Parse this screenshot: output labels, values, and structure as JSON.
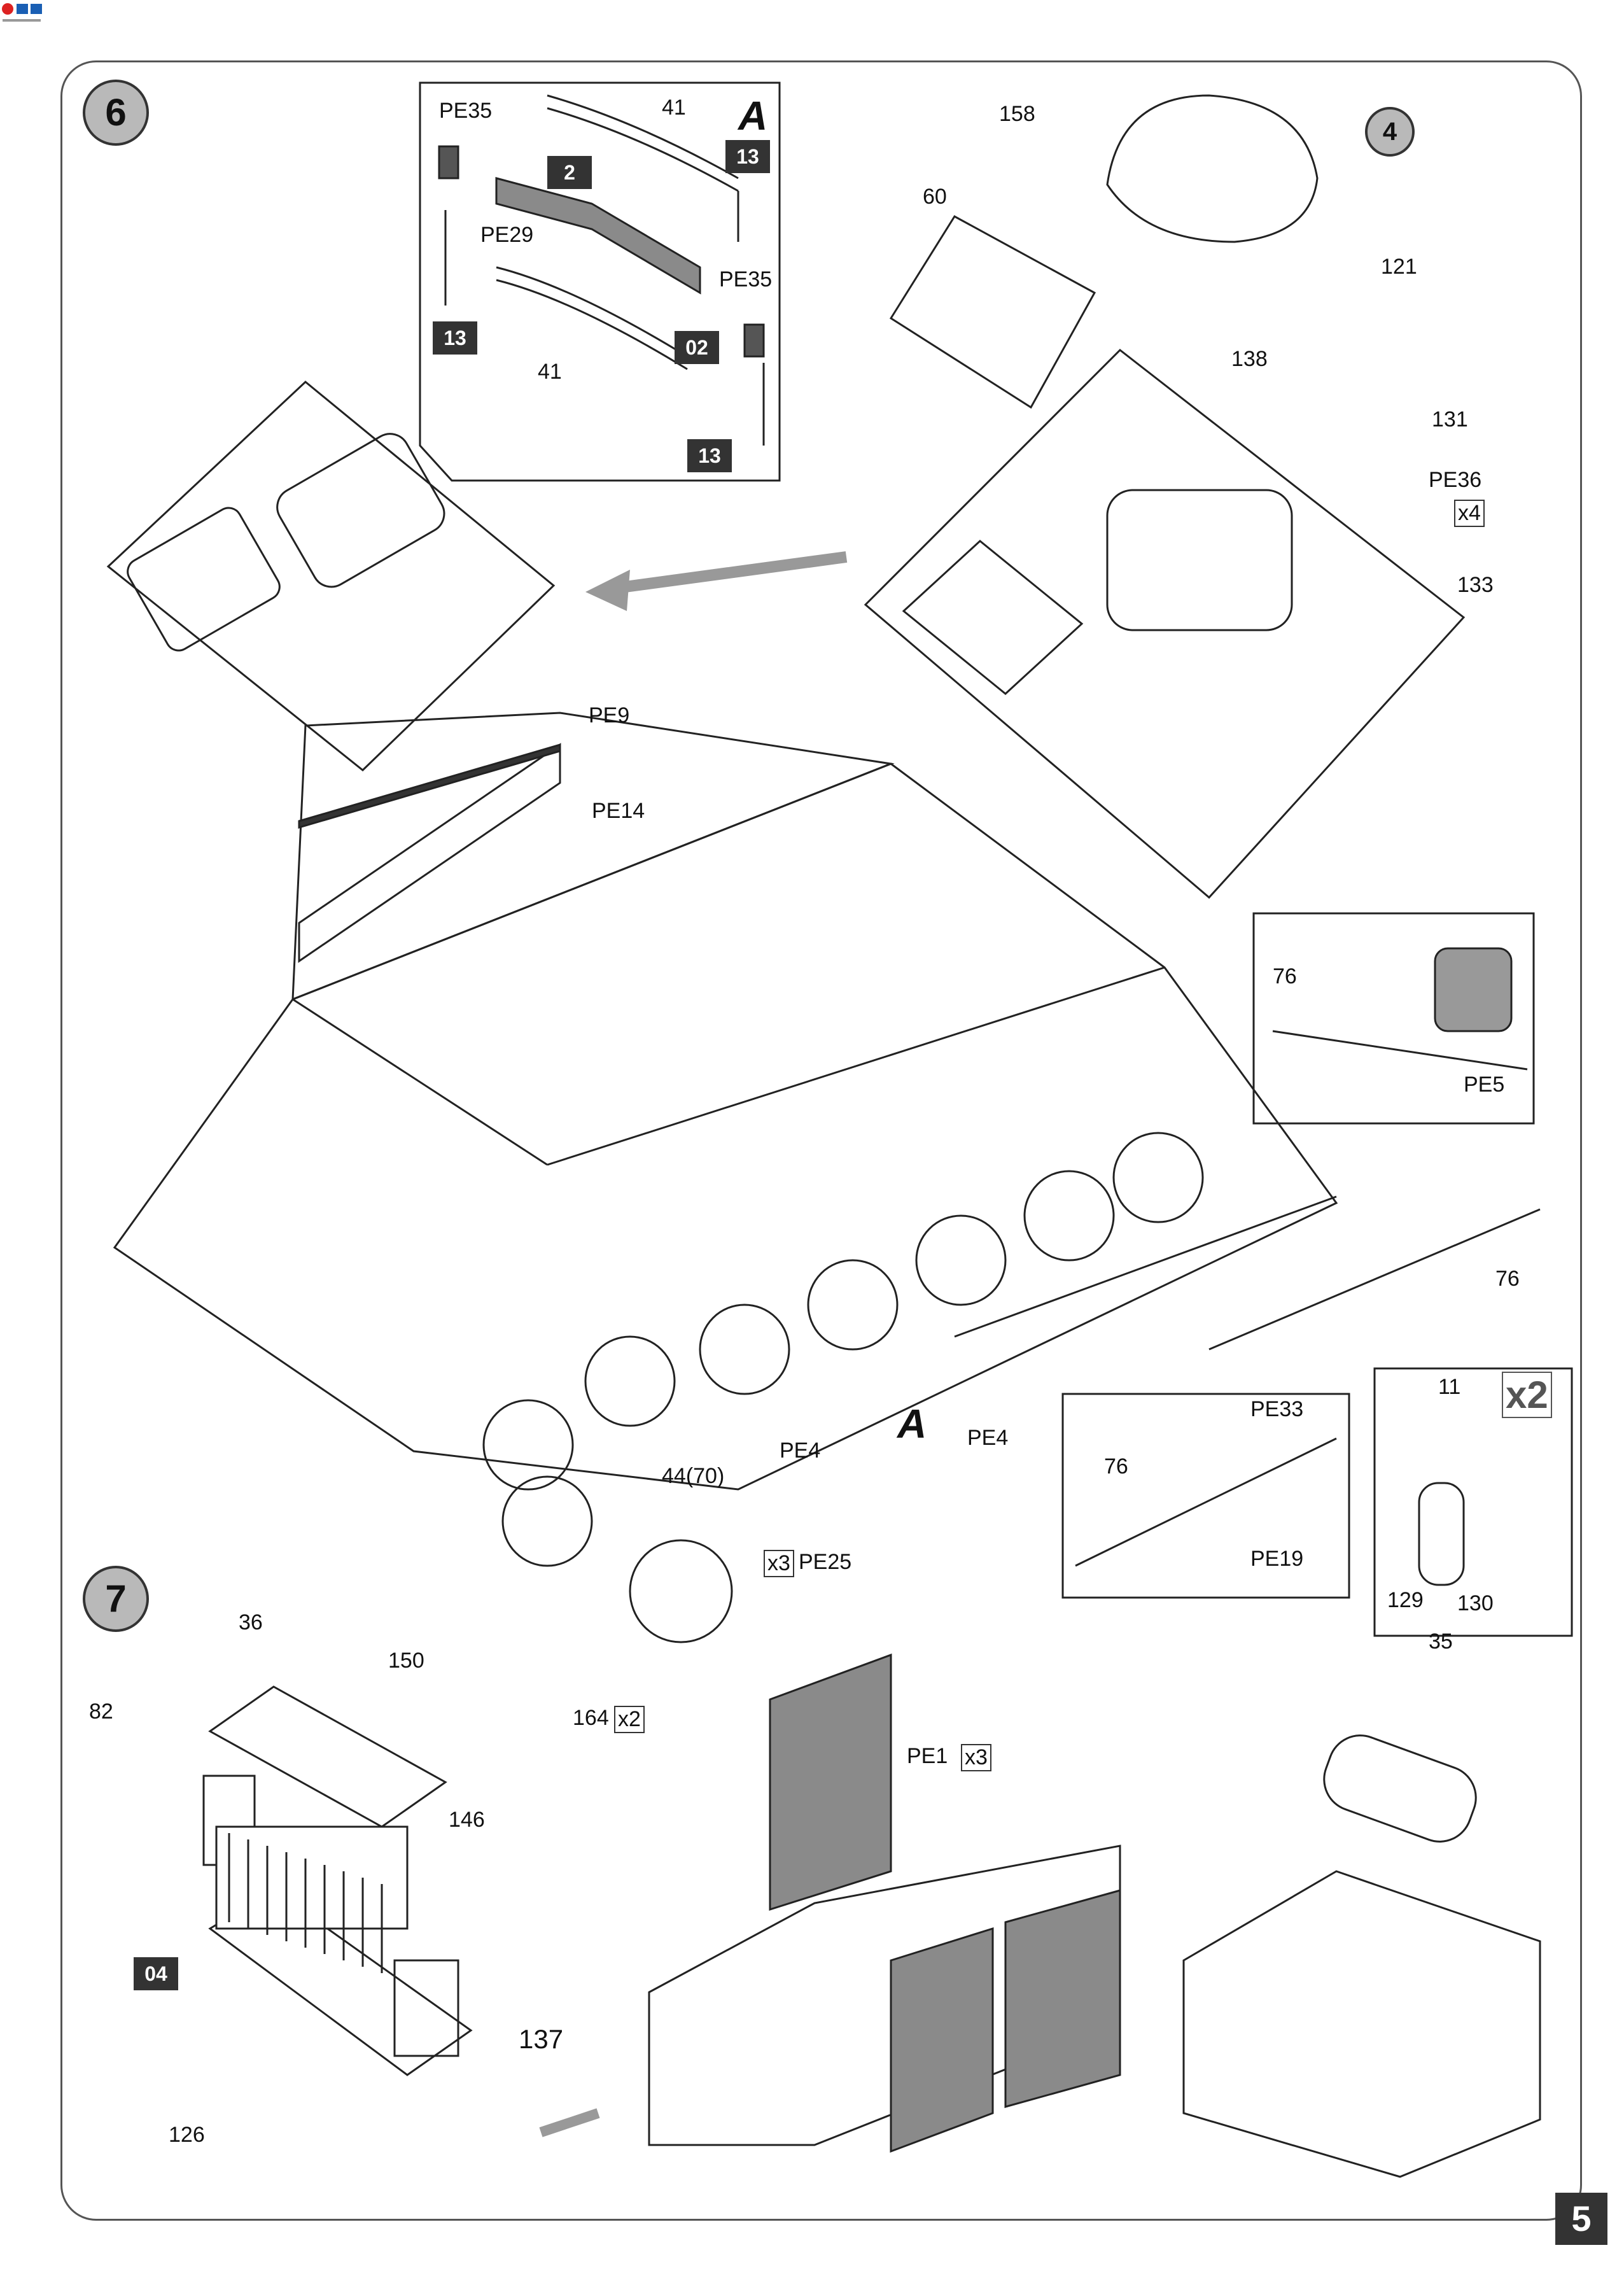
{
  "logo": "modelmakers-logo",
  "page_number": "5",
  "step6": {
    "number": "6",
    "subassembly_letter": "A",
    "inset_a_parts": [
      "PE35",
      "41",
      "13",
      "2",
      "PE29",
      "PE35",
      "13",
      "02",
      "41",
      "13"
    ],
    "hull_parts": [
      "158",
      "60",
      "4",
      "121",
      "138",
      "131",
      "PE36",
      "x4",
      "133",
      "PE9",
      "PE14"
    ],
    "running_gear": [
      "PE4",
      "A",
      "PE4",
      "44(70)",
      "164",
      "x2"
    ],
    "inset_pe5": [
      "76",
      "PE5"
    ],
    "rod": "76",
    "inset_antenna": [
      "PE33",
      "76",
      "PE19"
    ],
    "inset_exhaust": [
      "11",
      "x2",
      "129",
      "130"
    ]
  },
  "step7": {
    "number": "7",
    "left_parts": [
      "36",
      "150",
      "82",
      "146",
      "04",
      "137",
      "126"
    ],
    "middle_parts": [
      "x3",
      "PE25",
      "PE1",
      "x3"
    ],
    "right_parts": [
      "35"
    ]
  },
  "colors": {
    "border": "#555555",
    "dark": "#333333",
    "grey_part": "#8a8a8a",
    "circle": "#b9b9b9"
  }
}
